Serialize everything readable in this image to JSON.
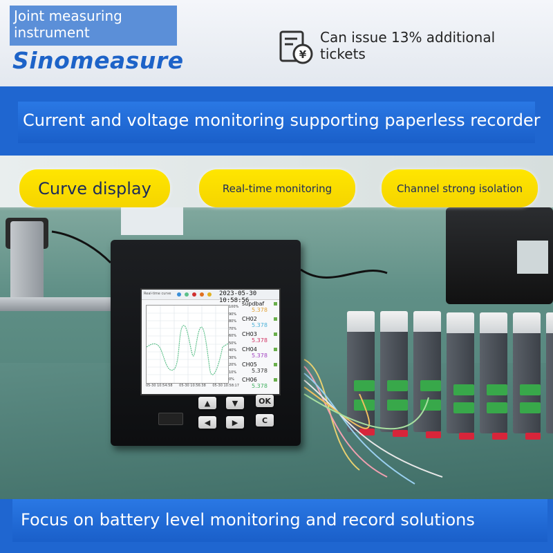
{
  "header": {
    "badge_text": "Joint measuring instrument",
    "brand": "Sinomeasure",
    "notice_icon": "receipt-yuan-icon",
    "notice_text": "Can issue 13% additional tickets"
  },
  "banners": {
    "top": "Current and voltage monitoring supporting paperless recorder",
    "bottom": "Focus on battery level monitoring and record solutions"
  },
  "features": [
    {
      "label": "Curve display"
    },
    {
      "label": "Real-time monitoring"
    },
    {
      "label": "Channel strong isolation"
    }
  ],
  "recorder": {
    "screen_title": "Real-time curve",
    "datetime": "2023-05-30 10:58:56",
    "percent_ticks": [
      "100%",
      "90%",
      "80%",
      "70%",
      "60%",
      "50%",
      "40%",
      "30%",
      "20%",
      "10%",
      "0%"
    ],
    "time_labels": [
      "05-30 10:54:58",
      "05-30 10:56:38",
      "05-30 10:58:17"
    ],
    "channels": [
      {
        "name": "supdbaf",
        "value": "5.378",
        "color": "#e0a030"
      },
      {
        "name": "CH02",
        "value": "5.378",
        "color": "#4ab0d8"
      },
      {
        "name": "CH03",
        "value": "5.378",
        "color": "#d03060"
      },
      {
        "name": "CH04",
        "value": "5.378",
        "color": "#a040c0"
      },
      {
        "name": "CH05",
        "value": "5.378",
        "color": "#333333"
      },
      {
        "name": "CH06",
        "value": "5.378",
        "color": "#40b060"
      }
    ],
    "buttons": {
      "up": "▲",
      "down": "▼",
      "ok": "OK",
      "left": "◀",
      "right": "▶",
      "cancel": "C"
    }
  },
  "colors": {
    "banner_blue": "#1f66d0",
    "brand_blue": "#1d63c8",
    "pill_yellow": "#ffe600",
    "curve_green": "#5cc08a"
  }
}
